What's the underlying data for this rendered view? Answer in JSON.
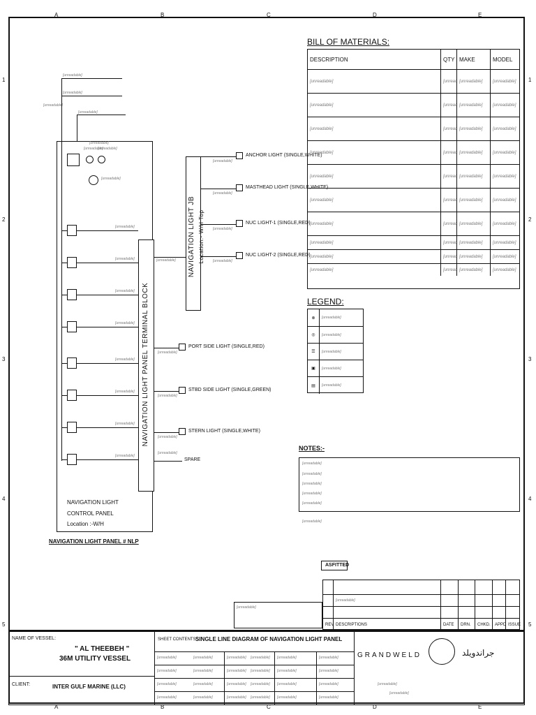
{
  "placeholder_text": "[unreadable]",
  "zones": [
    "A",
    "B",
    "C",
    "D",
    "E",
    "A",
    "B",
    "C",
    "D",
    "E"
  ],
  "rows": [
    "1",
    "2",
    "3",
    "4",
    "5"
  ],
  "bom": {
    "title": "BILL OF MATERIALS:",
    "headers": [
      "DESCRIPTION",
      "QTY",
      "MAKE",
      "MODEL"
    ],
    "rows": [
      [
        "[unreadable]",
        "[unreadable]",
        "[unreadable]",
        "[unreadable]"
      ],
      [
        "[unreadable]",
        "[unreadable]",
        "[unreadable]",
        "[unreadable]"
      ],
      [
        "[unreadable]",
        "[unreadable]",
        "[unreadable]",
        "[unreadable]"
      ],
      [
        "[unreadable]",
        "[unreadable]",
        "[unreadable]",
        "[unreadable]"
      ],
      [
        "[unreadable]",
        "[unreadable]",
        "[unreadable]",
        "[unreadable]"
      ],
      [
        "[unreadable]",
        "[unreadable]",
        "[unreadable]",
        "[unreadable]"
      ],
      [
        "[unreadable]",
        "[unreadable]",
        "[unreadable]",
        "[unreadable]"
      ],
      [
        "[unreadable]",
        "[unreadable]",
        "[unreadable]",
        "[unreadable]"
      ],
      [
        "[unreadable]",
        "[unreadable]",
        "[unreadable]",
        "[unreadable]"
      ],
      [
        "[unreadable]",
        "[unreadable]",
        "[unreadable]",
        "[unreadable]"
      ]
    ]
  },
  "legend": {
    "title": "LEGEND:",
    "items": [
      "[unreadable]",
      "[unreadable]",
      "[unreadable]",
      "[unreadable]",
      "[unreadable]"
    ]
  },
  "notes": {
    "title": "NOTES:-",
    "items": [
      "[unreadable]",
      "[unreadable]",
      "[unreadable]",
      "[unreadable]",
      "[unreadable]"
    ],
    "flame_text": "[unreadable]"
  },
  "diagram": {
    "panel_title": "NAVIGATION LIGHT PANEL # NLP",
    "panel_caption_1": "NAVIGATION LIGHT",
    "panel_caption_2": "CONTROL PANEL",
    "panel_caption_3": "Location :-W/H",
    "terminal_block": "NAVIGATION LIGHT PANEL TERMINAL BLOCK",
    "jb_label": "NAVIGATION LIGHT JB",
    "jb_location": "Location:- W/H Top",
    "outputs": [
      "ANCHOR LIGHT (SINGLE,WHITE)",
      "MASTHEAD LIGHT (SINGLE,WHITE)",
      "NUC LIGHT-1 (SINGLE,RED)",
      "NUC LIGHT-2 (SINGLE,RED)",
      "PORT SIDE LIGHT (SINGLE,RED)",
      "STBD SIDE LIGHT (SINGLE,GREEN)",
      "STERN LIGHT (SINGLE,WHITE)",
      "SPARE"
    ],
    "main_tags": [
      "[unreadable]",
      "[unreadable]",
      "[unreadable]",
      "[unreadable]"
    ],
    "circuit_tags": [
      "[unreadable]",
      "[unreadable]",
      "[unreadable]",
      "[unreadable]",
      "[unreadable]",
      "[unreadable]",
      "[unreadable]",
      "[unreadable]"
    ],
    "cable_tags": [
      "[unreadable]",
      "[unreadable]",
      "[unreadable]",
      "[unreadable]",
      "[unreadable]",
      "[unreadable]",
      "[unreadable]",
      "[unreadable]"
    ],
    "other_tags": [
      "[unreadable]",
      "[unreadable]",
      "[unreadable]",
      "[unreadable]",
      "[unreadable]",
      "[unreadable]",
      "[unreadable]"
    ]
  },
  "as_fitted": {
    "label": "ASFITTED",
    "revision_text": "[unreadable]",
    "headers": [
      "REV.",
      "DESCRIPTIONS",
      "DATE",
      "DRN.",
      "CHKD.",
      "APPD.",
      "ISSUE"
    ]
  },
  "copyright": "[unreadable]",
  "title_block": {
    "vessel_label": "NAME OF VESSEL:",
    "vessel_name": "\" AL THEEBEH \"",
    "vessel_type": "36M UTILITY VESSEL",
    "client_label": "CLIENT:",
    "client_name": "INTER GULF MARINE (LLC)",
    "sheet_contents_label": "SHEET CONTENTS :",
    "sheet_contents_value": "SINGLE LINE DIAGRAM OF NAVIGATION LIGHT PANEL",
    "fields": [
      "[unreadable]",
      "[unreadable]",
      "[unreadable]",
      "[unreadable]",
      "[unreadable]",
      "[unreadable]",
      "[unreadable]",
      "[unreadable]",
      "[unreadable]",
      "[unreadable]",
      "[unreadable]",
      "[unreadable]",
      "[unreadable]",
      "[unreadable]",
      "[unreadable]",
      "[unreadable]",
      "[unreadable]",
      "[unreadable]",
      "[unreadable]",
      "[unreadable]",
      "[unreadable]",
      "[unreadable]",
      "[unreadable]",
      "[unreadable]"
    ],
    "company_name": "GRANDWELD",
    "company_arabic": "جراندويلد",
    "company_text_1": "[unreadable]",
    "company_text_2": "[unreadable]"
  }
}
